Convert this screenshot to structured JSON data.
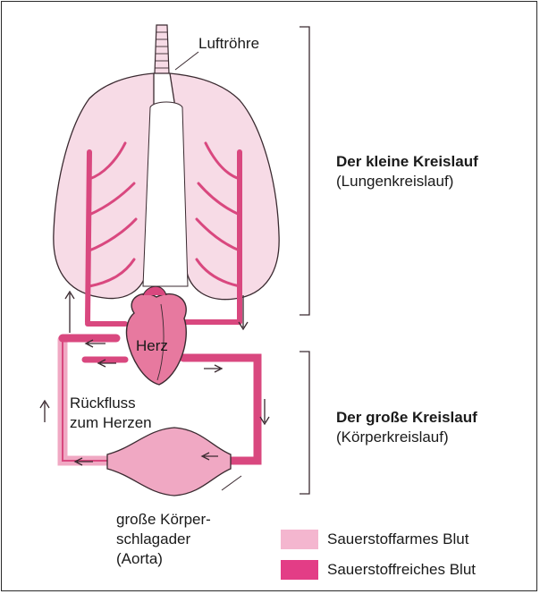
{
  "labels": {
    "trachea": "Luftröhre",
    "heart": "Herz",
    "return_line1": "Rückfluss",
    "return_line2": "zum Herzen",
    "aorta_line1": "große Körper-",
    "aorta_line2": "schlagader",
    "aorta_line3": "(Aorta)"
  },
  "circuits": {
    "small": {
      "title": "Der kleine Kreislauf",
      "subtitle": "(Lungenkreislauf)"
    },
    "large": {
      "title": "Der große Kreislauf",
      "subtitle": "(Körperkreislauf)"
    }
  },
  "legend": [
    {
      "label": "Sauerstoffarmes Blut",
      "color": "#f4b6cf"
    },
    {
      "label": "Sauerstoffreiches Blut",
      "color": "#e33d86"
    }
  ],
  "colors": {
    "lung_fill": "#f7dbe6",
    "vessel_light": "#f0a8c3",
    "vessel_dark": "#d9487f",
    "outline": "#3a2a30"
  }
}
